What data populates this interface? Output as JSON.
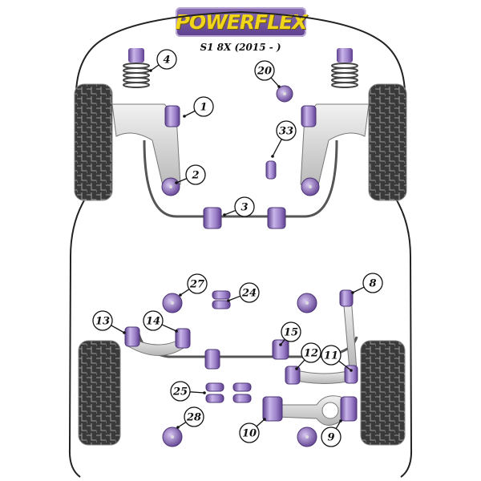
{
  "brand": "POWERFLEX",
  "model": "S1 8X (2015 - )",
  "colors": {
    "bushing": "#9b7fc8",
    "bushing_dark": "#5e3f8f",
    "arm": "#d9d9d9",
    "tyre": "#3a3a3a",
    "logo_bg": "#6b4c9a",
    "logo_text": "#f1d51b"
  },
  "callouts": [
    "4",
    "20",
    "1",
    "33",
    "2",
    "3",
    "27",
    "24",
    "8",
    "13",
    "14",
    "15",
    "12",
    "11",
    "25",
    "28",
    "10",
    "9"
  ]
}
